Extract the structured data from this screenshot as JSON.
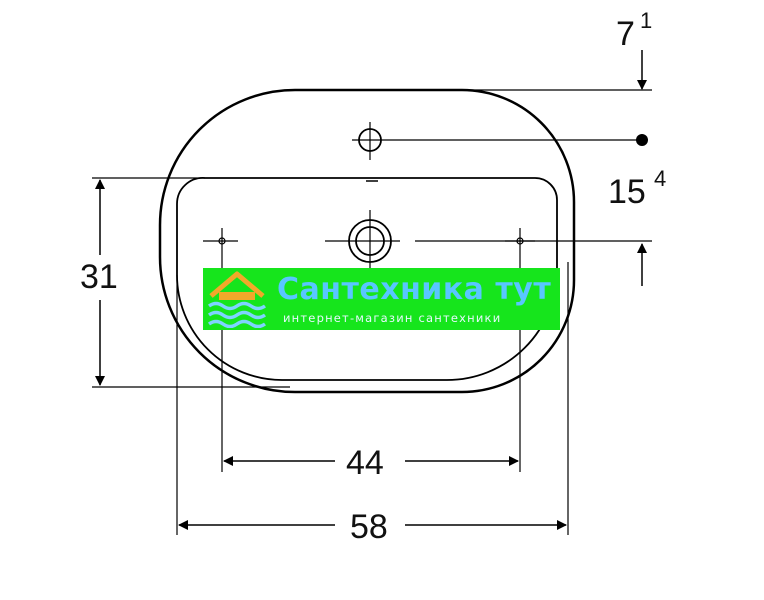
{
  "dimensions": {
    "top_offset_main": "7",
    "top_offset_sup": "1",
    "tap_offset_main": "15",
    "tap_offset_sup": "4",
    "depth": "31",
    "inner_width": "44",
    "outer_width": "58"
  },
  "watermark": {
    "title": "Сантехника тут",
    "subtitle": "интернет-магазин сантехники"
  }
}
